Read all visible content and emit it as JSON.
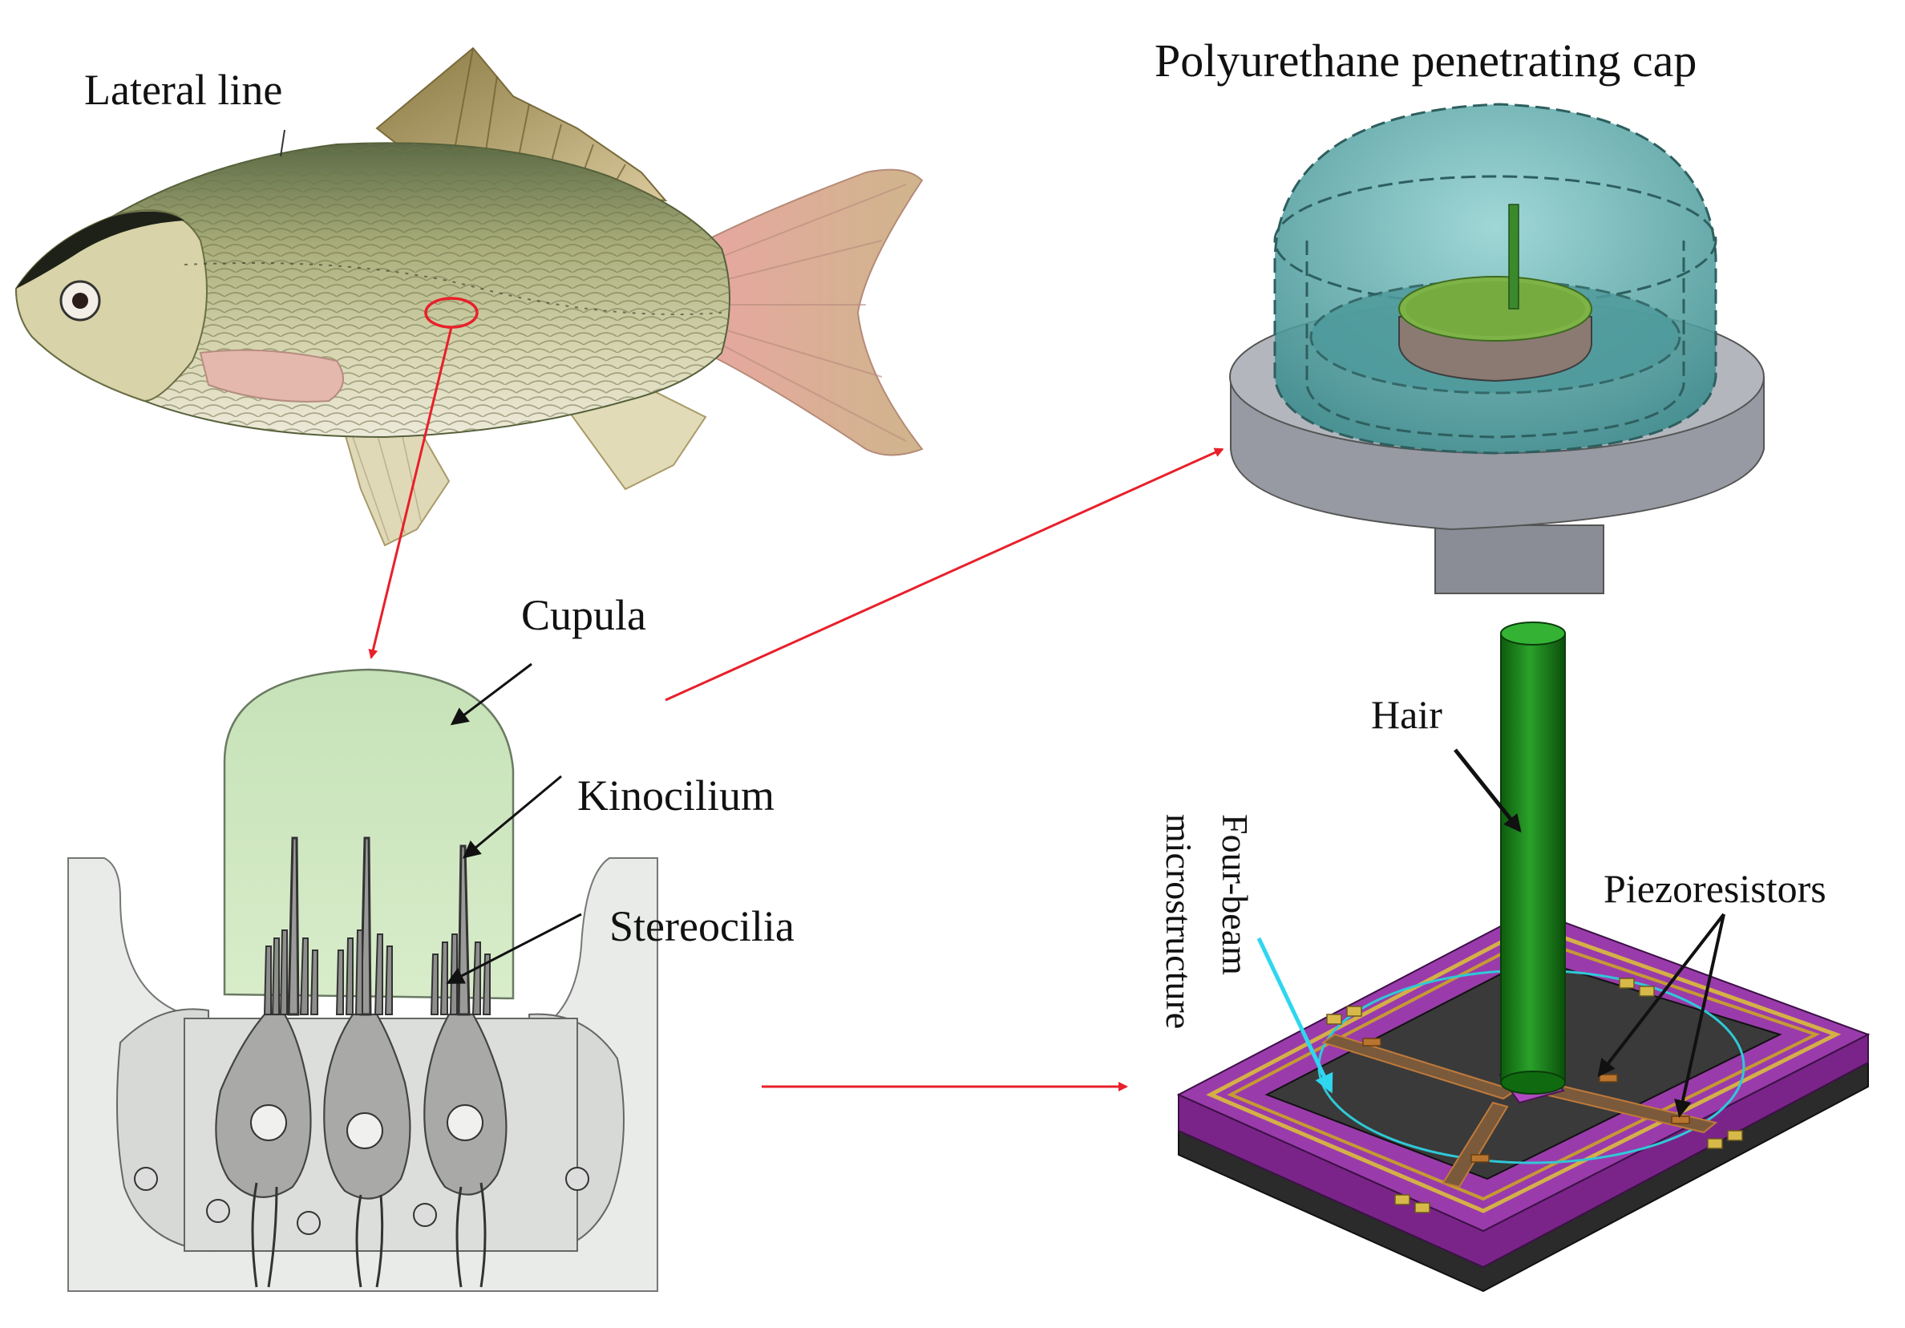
{
  "labels": {
    "lateral_line": "Lateral line",
    "cap": "Polyurethane penetrating cap",
    "cupula": "Cupula",
    "kinocilium": "Kinocilium",
    "stereocilia": "Stereocilia",
    "hair": "Hair",
    "four_beam_line1": "Four-beam",
    "four_beam_line2": "microstructure",
    "piezoresistors": "Piezoresistors"
  },
  "colors": {
    "arrow_red": "#e8202a",
    "arrow_black": "#111111",
    "arrow_cyan": "#2fd6f0",
    "cupula_fill": "#cfe6c2",
    "cap_fill": "#5fa7a9",
    "hair_green": "#1e8a1e",
    "chip_purple": "#8a2c9c",
    "chip_gold": "#c8a23a",
    "fish_body": "#b9b78a"
  }
}
